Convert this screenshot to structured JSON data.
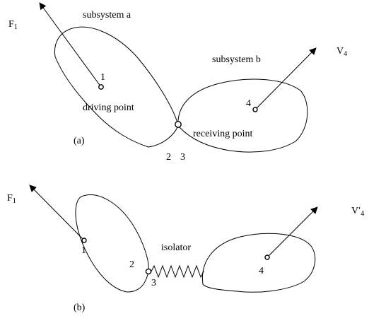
{
  "panel_a": {
    "tag": "(a)",
    "force_label": "F",
    "force_sub": "1",
    "velocity_label": "V",
    "velocity_sub": "4",
    "subsystem_a": "subsystem a",
    "subsystem_b": "subsystem b",
    "point_1": "1",
    "point_4": "4",
    "point_2": "2",
    "point_3": "3",
    "driving_point": "driving point",
    "receiving_point": "receiving point"
  },
  "panel_b": {
    "tag": "(b)",
    "force_label": "F",
    "force_sub": "1",
    "velocity_label": "V′",
    "velocity_sub": "4",
    "isolator": "isolator",
    "point_1": "1",
    "point_2": "2",
    "point_3": "3",
    "point_4": "4"
  }
}
